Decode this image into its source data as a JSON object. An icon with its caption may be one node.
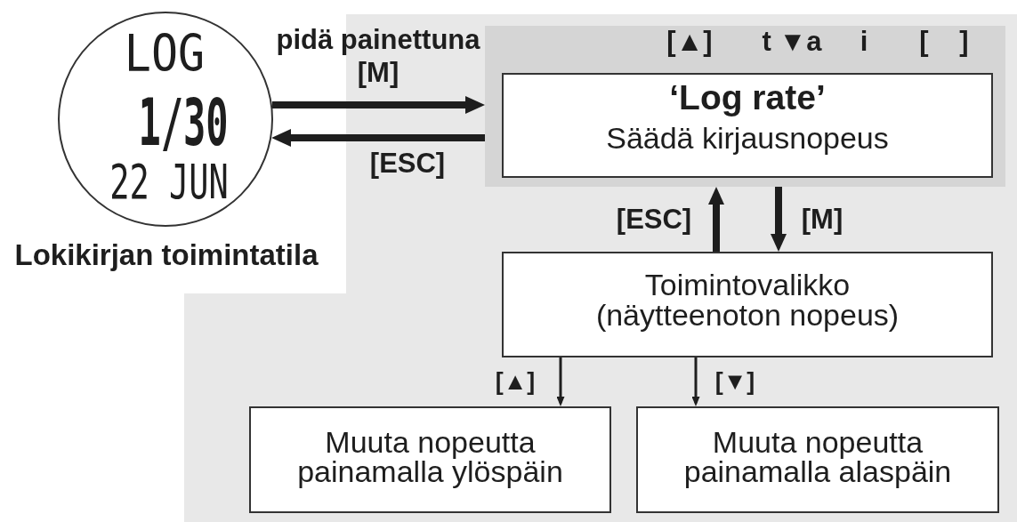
{
  "diagram": {
    "nodes": [
      {
        "text": [
          "LOG",
          "1/30",
          "22 JUN"
        ],
        "beside": [
          "Lokikirjan toimintatila"
        ]
      },
      {
        "text": [
          "[▲]",
          "t ▼a",
          "i",
          "[ ]"
        ]
      },
      {
        "text": [
          "‘Log rate’",
          "Säädä kirjausnopeus"
        ],
        "in": 1
      },
      {
        "text": [
          "Toimintovalikko (näytteenoton nopeus)"
        ]
      },
      {
        "text": [
          "Muuta nopeutta painamalla ylöspäin"
        ]
      },
      {
        "text": [
          "Muuta nopeutta painamalla alaspäin"
        ]
      }
    ],
    "edges": [
      {
        "from": 0,
        "to": 1,
        "arrow": "to",
        "label": "pidä painettuna [M]"
      },
      {
        "from": 1,
        "to": 0,
        "arrow": "to",
        "label": "[ESC]"
      },
      {
        "from": 3,
        "to": 1,
        "arrow": "to",
        "label": "[ESC]"
      },
      {
        "from": 1,
        "to": 3,
        "arrow": "to",
        "label": "[M]"
      },
      {
        "from": 3,
        "to": 4,
        "arrow": "to",
        "label": "[▲]"
      },
      {
        "from": 3,
        "to": 5,
        "arrow": "to",
        "label": "[▼]"
      }
    ]
  }
}
